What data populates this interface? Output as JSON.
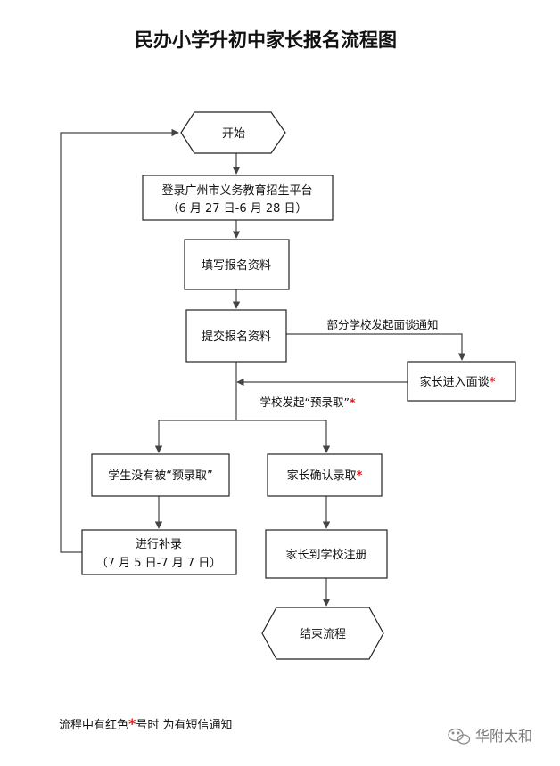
{
  "title": "民办小学升初中家长报名流程图",
  "nodes": {
    "start": "开始",
    "login_line1": "登录广州市义务教育招生平台",
    "login_line2": "（6 月 27 日-6 月 28 日）",
    "fill": "填写报名资料",
    "submit": "提交报名资料",
    "interview": "家长进入面谈",
    "not_admitted": "学生没有被“预录取”",
    "confirm": "家长确认录取",
    "supplement_line1": "进行补录",
    "supplement_line2": "（7 月 5 日-7 月 7 日）",
    "register": "家长到学校注册",
    "end": "结束流程"
  },
  "edges": {
    "interview_notice": "部分学校发起面谈通知",
    "pre_admission": "学校发起“预录取”"
  },
  "star_symbol": "*",
  "footer": {
    "before": "流程中有红色",
    "after": "号时 为有短信通知"
  },
  "watermark": "华附太和",
  "colors": {
    "star": "#e11a1a",
    "line": "#444444"
  },
  "icons": {
    "watermark": "wechat-icon"
  }
}
